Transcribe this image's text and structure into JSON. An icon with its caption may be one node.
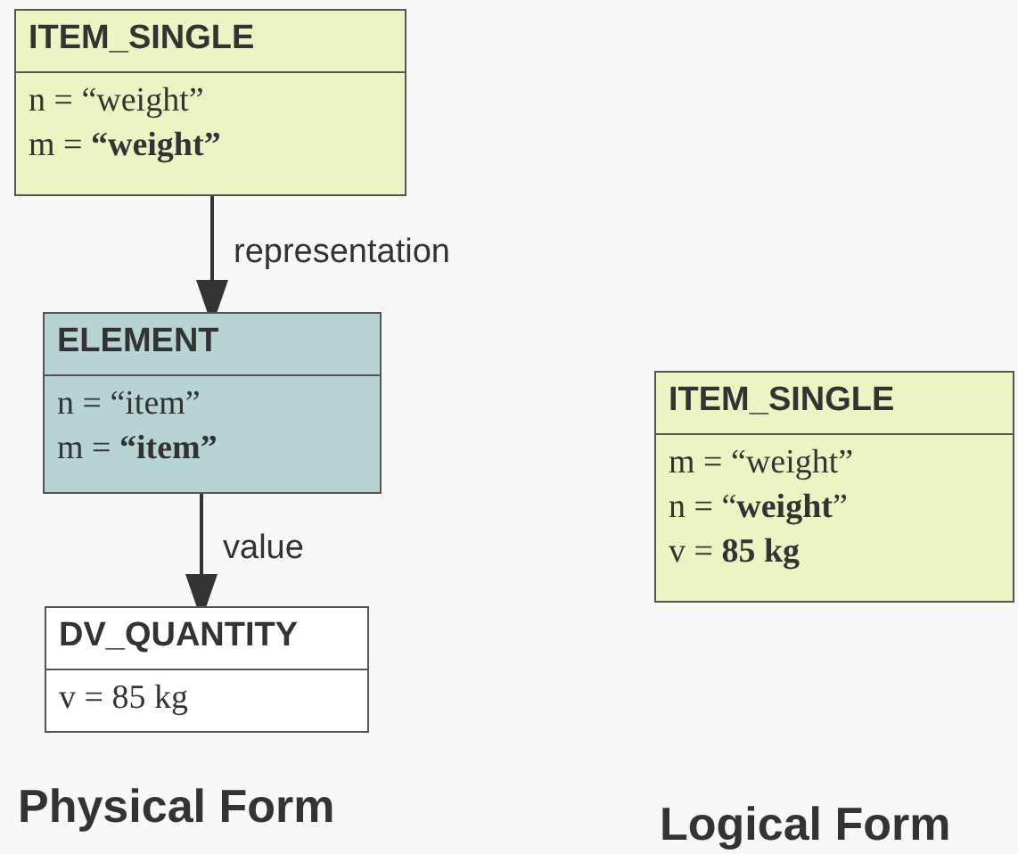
{
  "diagram": {
    "nodes": [
      {
        "text": [
          "ITEM_SINGLE",
          "n = “weight”",
          "m = **“weight”**"
        ]
      },
      {
        "text": [
          "ELEMENT",
          "n = “item”",
          "m = **“item”**"
        ]
      },
      {
        "text": [
          "DV_QUANTITY",
          "v = 85 kg"
        ]
      },
      {
        "text": [
          "ITEM_SINGLE",
          "m = “weight”",
          "n = “**weight**”",
          "v = **85 kg**"
        ]
      }
    ],
    "edges": [
      {
        "from": 0,
        "to": 1,
        "arrow": "to",
        "label": "representation"
      },
      {
        "from": 1,
        "to": 2,
        "arrow": "to",
        "label": "value"
      }
    ],
    "labels": [
      "Physical Form",
      "Logical Form"
    ]
  }
}
